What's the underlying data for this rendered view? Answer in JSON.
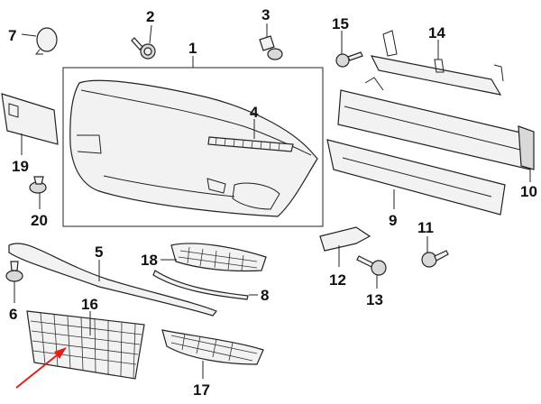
{
  "callouts": [
    {
      "id": "1",
      "label": "1"
    },
    {
      "id": "2",
      "label": "2"
    },
    {
      "id": "3",
      "label": "3"
    },
    {
      "id": "4",
      "label": "4"
    },
    {
      "id": "5",
      "label": "5"
    },
    {
      "id": "6",
      "label": "6"
    },
    {
      "id": "7",
      "label": "7"
    },
    {
      "id": "8",
      "label": "8"
    },
    {
      "id": "9",
      "label": "9"
    },
    {
      "id": "10",
      "label": "10"
    },
    {
      "id": "11",
      "label": "11"
    },
    {
      "id": "12",
      "label": "12"
    },
    {
      "id": "13",
      "label": "13"
    },
    {
      "id": "14",
      "label": "14"
    },
    {
      "id": "15",
      "label": "15"
    },
    {
      "id": "16",
      "label": "16"
    },
    {
      "id": "17",
      "label": "17"
    },
    {
      "id": "18",
      "label": "18"
    },
    {
      "id": "19",
      "label": "19"
    },
    {
      "id": "20",
      "label": "20"
    }
  ],
  "colors": {
    "line": "#222222",
    "fill": "#f2f2f2",
    "highlight_arrow": "#e0201b"
  },
  "highlight": {
    "target_part": "16"
  }
}
